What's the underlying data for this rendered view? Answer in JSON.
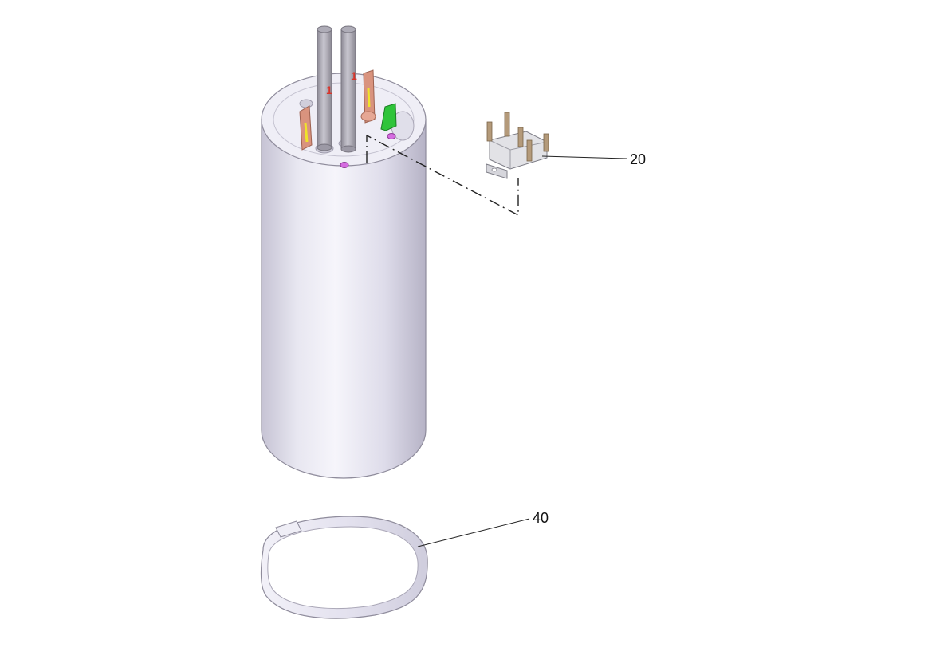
{
  "callouts": [
    {
      "id": "part-20",
      "label": "20",
      "part": "switch"
    },
    {
      "id": "part-40",
      "label": "40",
      "part": "clamp-band"
    }
  ],
  "terminal_marks": [
    "1",
    "1"
  ],
  "colors": {
    "cylinder_light": "#f4f3fb",
    "cylinder_mid": "#dcdaea",
    "cylinder_dark": "#b2afc2",
    "outline": "#8f8c9c",
    "copper_tab": "#d9937e",
    "yellow_wire": "#f0e32a",
    "green_tab": "#2fc43a",
    "magenta_dot": "#d56ce0",
    "switch_body": "#e2e2e6",
    "switch_pins": "#b49a7a",
    "band": "#e6e4f2",
    "leader": "#222222"
  }
}
